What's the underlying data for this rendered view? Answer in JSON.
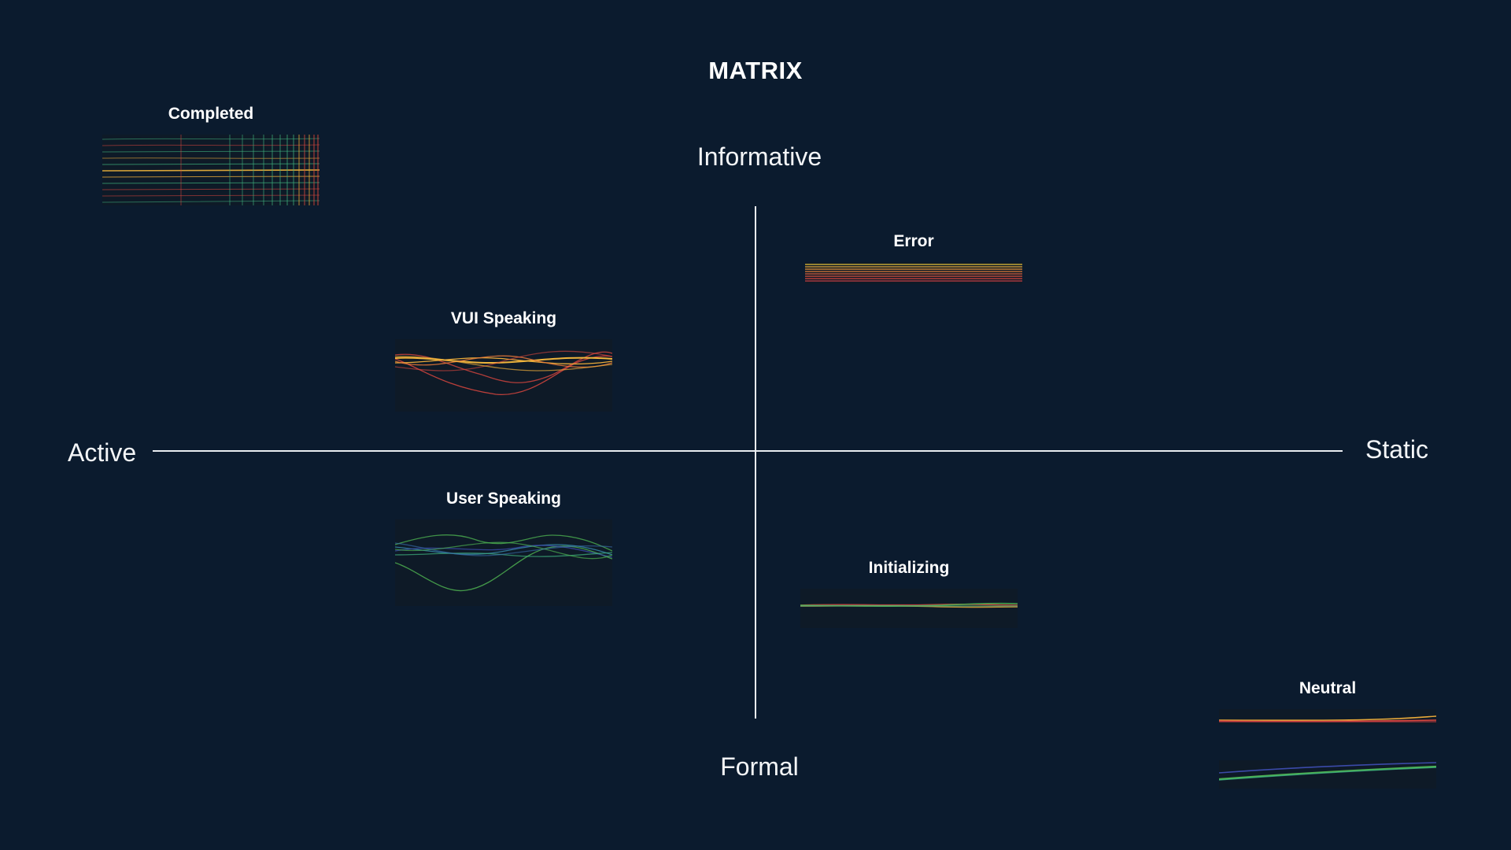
{
  "title": "MATRIX",
  "axes": {
    "top": "Informative",
    "bottom": "Formal",
    "left": "Active",
    "right": "Static"
  },
  "states": {
    "completed": {
      "label": "Completed",
      "viz": "grid-mesh",
      "colors": [
        "#3fb37f",
        "#e8a93a",
        "#d9463e"
      ]
    },
    "error": {
      "label": "Error",
      "viz": "flat-lines",
      "colors": [
        "#e8a93a",
        "#d9463e"
      ]
    },
    "vui_speaking": {
      "label": "VUI Speaking",
      "viz": "waves",
      "colors": [
        "#d9463e",
        "#e8a93a",
        "#f0b53c"
      ]
    },
    "user_speaking": {
      "label": "User Speaking",
      "viz": "waves",
      "colors": [
        "#4caf50",
        "#3a8fb0",
        "#3b4aa8"
      ]
    },
    "initializing": {
      "label": "Initializing",
      "viz": "near-flat-lines",
      "colors": [
        "#d9463e",
        "#e8a93a",
        "#4caf50"
      ]
    },
    "neutral": {
      "label": "Neutral",
      "viz": "rising-lines",
      "colors": [
        "#e8a93a",
        "#d9463e",
        "#4caf50",
        "#3b4aa8"
      ]
    }
  }
}
